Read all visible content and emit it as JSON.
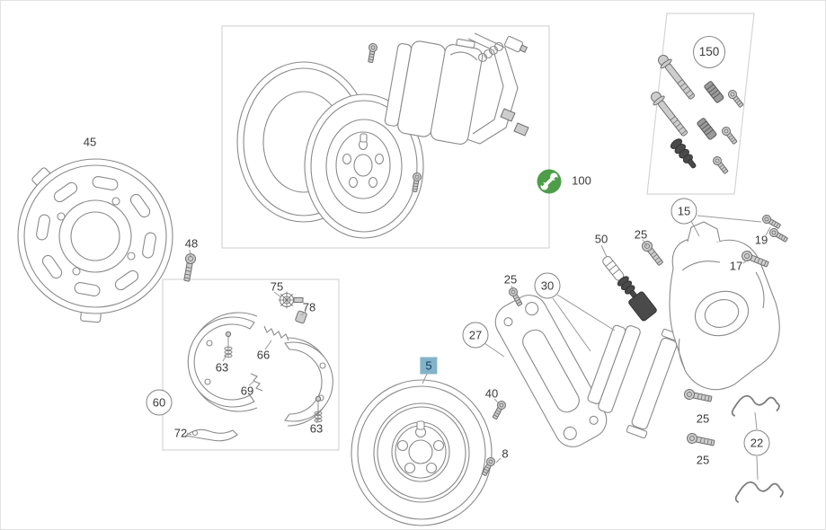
{
  "diagram": {
    "name": "rear-brake-exploded-parts-diagram",
    "highlight_bg_color": "#83B3C9",
    "highlight_text_color": "#0D3E60",
    "callout_circle_border_color": "#858585",
    "artwork_line_color": "#8A8A8A",
    "group_box_border_color": "#D5D5D5",
    "tool_icon": {
      "name": "wrench-icon",
      "color": "#4E9D49"
    }
  },
  "labels": [
    {
      "text": "45",
      "kind": "plain"
    },
    {
      "text": "48",
      "kind": "plain"
    },
    {
      "text": "75",
      "kind": "plain"
    },
    {
      "text": "78",
      "kind": "plain"
    },
    {
      "text": "66",
      "kind": "plain"
    },
    {
      "text": "63",
      "kind": "plain"
    },
    {
      "text": "69",
      "kind": "plain"
    },
    {
      "text": "63",
      "kind": "plain"
    },
    {
      "text": "72",
      "kind": "plain"
    },
    {
      "text": "60",
      "kind": "circled"
    },
    {
      "text": "100",
      "kind": "plain"
    },
    {
      "text": "150",
      "kind": "circled"
    },
    {
      "text": "15",
      "kind": "circled"
    },
    {
      "text": "19",
      "kind": "plain"
    },
    {
      "text": "17",
      "kind": "plain"
    },
    {
      "text": "50",
      "kind": "plain"
    },
    {
      "text": "25",
      "kind": "plain"
    },
    {
      "text": "25",
      "kind": "plain"
    },
    {
      "text": "30",
      "kind": "circled"
    },
    {
      "text": "27",
      "kind": "circled"
    },
    {
      "text": "5",
      "kind": "highlighted"
    },
    {
      "text": "40",
      "kind": "plain"
    },
    {
      "text": "8",
      "kind": "plain"
    },
    {
      "text": "25",
      "kind": "plain"
    },
    {
      "text": "25",
      "kind": "plain"
    },
    {
      "text": "22",
      "kind": "circled"
    }
  ]
}
